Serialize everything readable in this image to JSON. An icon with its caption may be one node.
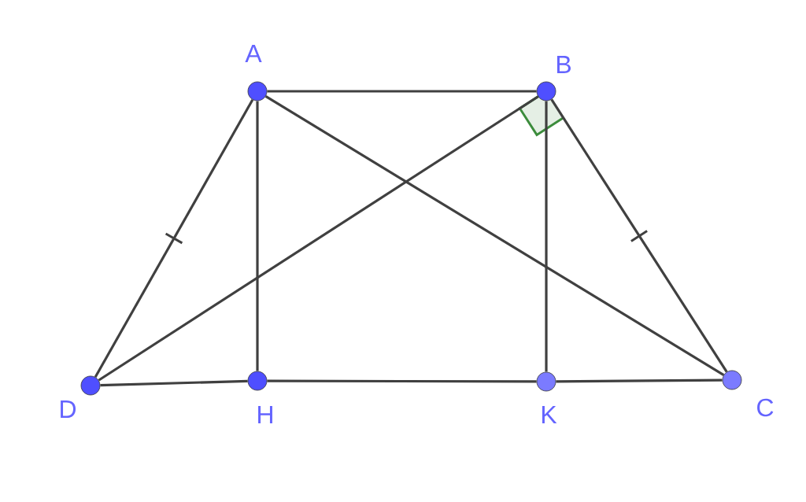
{
  "diagram": {
    "nodes": [
      {
        "text": [
          "A"
        ]
      },
      {
        "text": [
          "B"
        ]
      },
      {
        "text": [
          "C"
        ]
      },
      {
        "text": [
          "D"
        ]
      },
      {
        "text": [
          "H"
        ]
      },
      {
        "text": [
          "K"
        ]
      }
    ],
    "edges": [
      {
        "from": 0,
        "to": 1,
        "arrow": "none"
      },
      {
        "from": 0,
        "to": 3,
        "arrow": "none"
      },
      {
        "from": 0,
        "to": 4,
        "arrow": "none"
      },
      {
        "from": 0,
        "to": 2,
        "arrow": "none"
      },
      {
        "from": 1,
        "to": 3,
        "arrow": "none"
      },
      {
        "from": 1,
        "to": 5,
        "arrow": "none"
      },
      {
        "from": 1,
        "to": 2,
        "arrow": "none"
      },
      {
        "from": 3,
        "to": 4,
        "arrow": "none"
      },
      {
        "from": 4,
        "to": 5,
        "arrow": "none"
      },
      {
        "from": 5,
        "to": 2,
        "arrow": "none"
      }
    ]
  }
}
